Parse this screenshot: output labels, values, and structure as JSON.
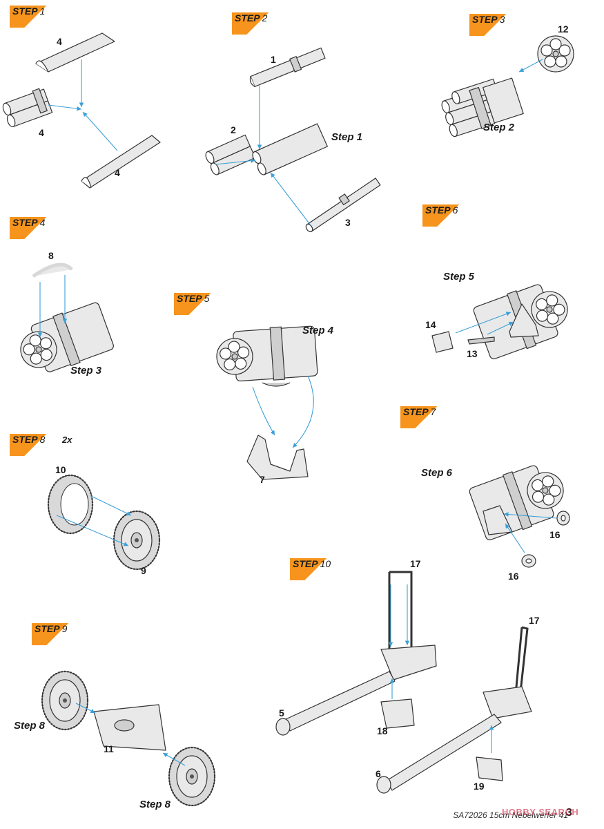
{
  "steps": [
    {
      "label": "STEP",
      "num": "1"
    },
    {
      "label": "STEP",
      "num": "2"
    },
    {
      "label": "STEP",
      "num": "3"
    },
    {
      "label": "STEP",
      "num": "4"
    },
    {
      "label": "STEP",
      "num": "5"
    },
    {
      "label": "STEP",
      "num": "6"
    },
    {
      "label": "STEP",
      "num": "7"
    },
    {
      "label": "STEP",
      "num": "8"
    },
    {
      "label": "STEP",
      "num": "9"
    },
    {
      "label": "STEP",
      "num": "10"
    }
  ],
  "step8_multiplier": "2x",
  "part_numbers": {
    "p4a": "4",
    "p4b": "4",
    "p4c": "4",
    "p1": "1",
    "p2": "2",
    "p3": "3",
    "p12": "12",
    "p8": "8",
    "p14": "14",
    "p13": "13",
    "p7": "7",
    "p10": "10",
    "p9": "9",
    "p16a": "16",
    "p16b": "16",
    "p17a": "17",
    "p17b": "17",
    "p5": "5",
    "p18": "18",
    "p6": "6",
    "p19": "19",
    "p11": "11"
  },
  "step_refs": {
    "r_step1": "Step 1",
    "r_step2": "Step 2",
    "r_step3": "Step 3",
    "r_step4": "Step 4",
    "r_step5": "Step 5",
    "r_step6": "Step 6",
    "r_step8a": "Step 8",
    "r_step8b": "Step 8"
  },
  "footer": {
    "text": "SA72026 15cm Nebelwerfer 41",
    "page": "3",
    "watermark": "HOBBY SEARCH"
  },
  "colors": {
    "badge": "#f7941d",
    "arrow": "#3aa0d8",
    "part_fill": "#e9e9e9"
  }
}
